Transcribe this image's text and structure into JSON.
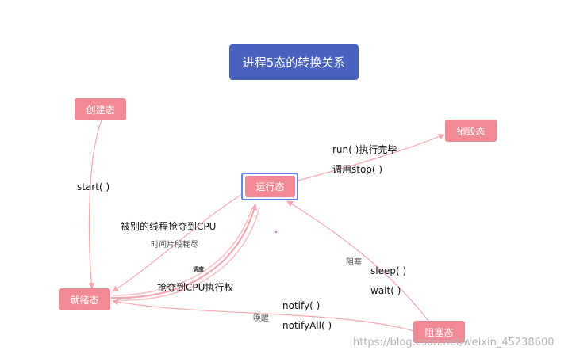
{
  "diagram": {
    "title": "进程5态的转换关系",
    "states": {
      "created": "创建态",
      "ready": "就绪态",
      "running": "运行态",
      "blocked": "阻塞态",
      "destroyed": "销毁态"
    },
    "labels": {
      "start": "start( )",
      "preempted": "被别的线程抢夺到CPU",
      "time_slice": "时间片段耗尽",
      "schedule": "调度",
      "acquire_cpu": "抢夺到CPU执行权",
      "run_done": "run( )执行完毕",
      "call_stop": "调用stop( )",
      "block": "阻塞",
      "sleep": "sleep( )",
      "wait": "wait( )",
      "wake": "唤醒",
      "notify": "notify( )",
      "notify_all": "notifyAll( )"
    },
    "watermark": "https://blog.csdn.net/weixin_45238600",
    "colors": {
      "state_fill": "#f28a95",
      "title_fill": "#4a62bf",
      "arrow": "#f5a8b0",
      "selection": "#6a86ee"
    }
  }
}
